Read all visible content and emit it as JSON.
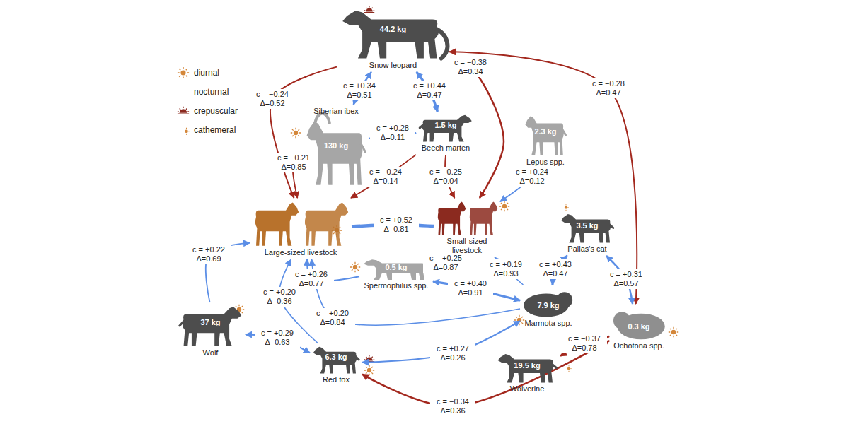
{
  "diagram": {
    "nodes": [
      {
        "text": [
          "44.2 kg",
          "Snow leopard"
        ]
      },
      {
        "text": [
          "130 kg",
          "Siberian ibex"
        ]
      },
      {
        "text": [
          "1.5 kg",
          "Beech marten"
        ]
      },
      {
        "text": [
          "2.3 kg",
          "Lepus spp."
        ]
      },
      {
        "text": [
          "Large-sized livestock"
        ]
      },
      {
        "text": [
          "Small-sized livestock"
        ]
      },
      {
        "text": [
          "0.5 kg",
          "Spermophilus spp."
        ]
      },
      {
        "text": [
          "3.5 kg",
          "Pallas's cat"
        ]
      },
      {
        "text": [
          "7.9 kg",
          "Marmota spp."
        ]
      },
      {
        "text": [
          "0.3 kg",
          "Ochotona spp."
        ]
      },
      {
        "text": [
          "37 kg",
          "Wolf"
        ]
      },
      {
        "text": [
          "6.3 kg",
          "Red fox"
        ]
      },
      {
        "text": [
          "19.5 kg",
          "Wolverine"
        ]
      }
    ],
    "edges": [
      {
        "from": 0,
        "to": 1,
        "arrow": "both",
        "label": "c = +0.34 Δ=0.51"
      },
      {
        "from": 0,
        "to": 2,
        "arrow": "both",
        "label": "c = +0.44 Δ=0.47"
      },
      {
        "from": 0,
        "to": 4,
        "arrow": "to",
        "label": "c = −0.24 Δ=0.52"
      },
      {
        "from": 0,
        "to": 5,
        "arrow": "to",
        "label": "c = −0.38 Δ=0.34"
      },
      {
        "from": 0,
        "to": 9,
        "arrow": "both",
        "label": "c = −0.28 Δ=0.47"
      },
      {
        "from": 1,
        "to": 2,
        "arrow": "both",
        "label": "c = +0.28 Δ=0.11"
      },
      {
        "from": 1,
        "to": 4,
        "arrow": "to",
        "label": "c = −0.21 Δ=0.85"
      },
      {
        "from": 2,
        "to": 4,
        "arrow": "to",
        "label": "c = −0.24 Δ=0.14"
      },
      {
        "from": 2,
        "to": 5,
        "arrow": "to",
        "label": "c = −0.25 Δ=0.04"
      },
      {
        "from": 3,
        "to": 5,
        "arrow": "to",
        "label": "c = +0.24 Δ=0.12"
      },
      {
        "from": 4,
        "to": 5,
        "arrow": "none",
        "label": "c = +0.52 Δ=0.81"
      },
      {
        "from": 6,
        "to": 4,
        "arrow": "to",
        "label": "c = +0.26 Δ=0.77"
      },
      {
        "from": 6,
        "to": 5,
        "arrow": "to",
        "label": "c = +0.25 Δ=0.87"
      },
      {
        "from": 6,
        "to": 8,
        "arrow": "both",
        "label": "c = +0.40 Δ=0.91"
      },
      {
        "from": 8,
        "to": 5,
        "arrow": "to",
        "label": "c = +0.19 Δ=0.93"
      },
      {
        "from": 8,
        "to": 7,
        "arrow": "both",
        "label": "c = +0.43 Δ=0.47"
      },
      {
        "from": 7,
        "to": 9,
        "arrow": "both",
        "label": "c = +0.31 Δ=0.57"
      },
      {
        "from": 8,
        "to": 4,
        "arrow": "to",
        "label": "c = +0.20 Δ=0.84"
      },
      {
        "from": 10,
        "to": 4,
        "arrow": "to",
        "label": "c = +0.22 Δ=0.69"
      },
      {
        "from": 11,
        "to": 4,
        "arrow": "to",
        "label": "c = +0.20 Δ=0.36"
      },
      {
        "from": 10,
        "to": 11,
        "arrow": "both",
        "label": "c = +0.29 Δ=0.63"
      },
      {
        "from": 8,
        "to": 11,
        "arrow": "both",
        "label": "c = +0.27 Δ=0.26"
      },
      {
        "from": 12,
        "to": 9,
        "arrow": "both",
        "label": "c = −0.37 Δ=0.78"
      },
      {
        "from": 11,
        "to": 9,
        "arrow": "both",
        "label": "c = −0.34 Δ=0.36"
      }
    ],
    "legend": [
      {
        "text": "diurnal"
      },
      {
        "text": "nocturnal"
      },
      {
        "text": "crepuscular"
      },
      {
        "text": "cathemeral"
      }
    ]
  }
}
